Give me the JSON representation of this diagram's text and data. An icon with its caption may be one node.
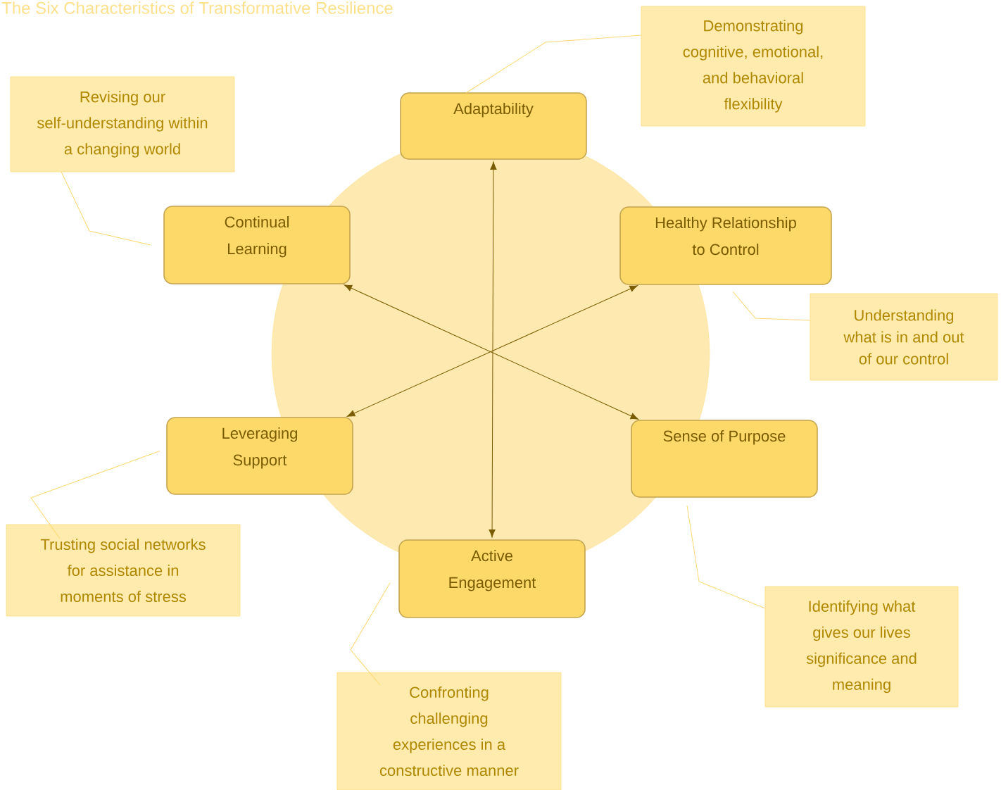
{
  "diagram": {
    "title": "The Six Characteristics of Transformative Resilience",
    "nodes": [
      {
        "text": [
          "Adaptability"
        ]
      },
      {
        "text": [
          "Demonstrating cognitive, emotional, and behavioral flexibility"
        ]
      },
      {
        "text": [
          "Revising our self-understanding within a changing world"
        ]
      },
      {
        "text": [
          "Continual Learning"
        ]
      },
      {
        "text": [
          "Healthy Relationship to Control"
        ]
      },
      {
        "text": [
          "Understanding what is in and out of our control"
        ]
      },
      {
        "text": [
          "Leveraging Support"
        ]
      },
      {
        "text": [
          "Sense of Purpose"
        ]
      },
      {
        "text": [
          "Trusting social networks for assistance in moments of stress"
        ]
      },
      {
        "text": [
          "Active Engagement"
        ]
      },
      {
        "text": [
          "Identifying what gives our lives significance and meaning"
        ]
      },
      {
        "text": [
          "Confronting challenging experiences in a constructive manner"
        ]
      }
    ],
    "edges": [
      {
        "from": 0,
        "to": 9,
        "arrow": "both",
        "color": "#7a5c00"
      },
      {
        "from": 3,
        "to": 7,
        "arrow": "both",
        "color": "#7a5c00"
      },
      {
        "from": 4,
        "to": 6,
        "arrow": "both",
        "color": "#7a5c00"
      },
      {
        "from": 1,
        "to": 0,
        "arrow": "none"
      },
      {
        "from": 2,
        "to": 3,
        "arrow": "none"
      },
      {
        "from": 5,
        "to": 4,
        "arrow": "none"
      },
      {
        "from": 8,
        "to": 6,
        "arrow": "none"
      },
      {
        "from": 10,
        "to": 7,
        "arrow": "none"
      },
      {
        "from": 11,
        "to": 9,
        "arrow": "none"
      }
    ]
  }
}
